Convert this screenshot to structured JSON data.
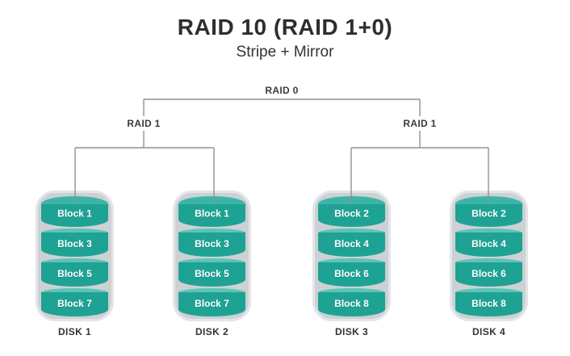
{
  "header": {
    "title": "RAID 10 (RAID 1+0)",
    "subtitle": "Stripe + Mirror"
  },
  "tree": {
    "root_label": "RAID 0",
    "left_group_label": "RAID 1",
    "right_group_label": "RAID 1"
  },
  "colors": {
    "block_body": "#1ea294",
    "block_cap": "#5cc4b8",
    "disk_top_cap": "#3cb5a8",
    "disk_shell": "#cdd1d4",
    "connector_line": "#8e9295",
    "text_dark": "#2e2e2e",
    "block_text": "#ffffff"
  },
  "disks": [
    {
      "label": "DISK 1",
      "blocks": [
        "Block 1",
        "Block 3",
        "Block 5",
        "Block 7"
      ]
    },
    {
      "label": "DISK 2",
      "blocks": [
        "Block 1",
        "Block 3",
        "Block 5",
        "Block 7"
      ]
    },
    {
      "label": "DISK 3",
      "blocks": [
        "Block 2",
        "Block 4",
        "Block 6",
        "Block 8"
      ]
    },
    {
      "label": "DISK 4",
      "blocks": [
        "Block 2",
        "Block 4",
        "Block 6",
        "Block 8"
      ]
    }
  ]
}
